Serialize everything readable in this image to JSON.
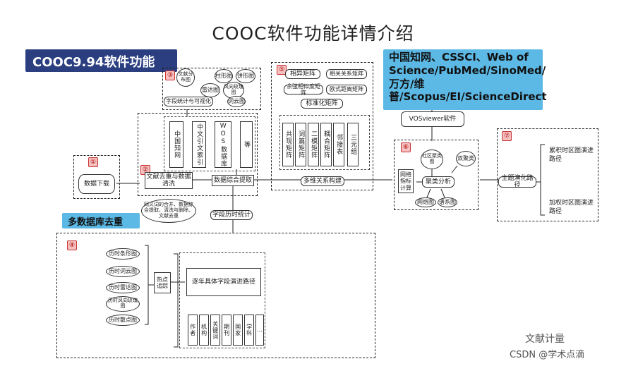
{
  "title": "COOC软件功能详情介绍",
  "banner_main": "COOC9.94软件功能",
  "banner_dedup": "多数据库去重",
  "sources": "中国知网、CSSCI、Web of Science/PubMed/SinoMed/万方/维普/Scopus/EI/ScienceDirect",
  "vosviewer": "VOSviewer软件",
  "nums": [
    "①",
    "②",
    "③",
    "④",
    "⑤",
    "⑥",
    "⑦"
  ],
  "download": "数据下载",
  "clean": "文献去重与数据清洗",
  "synonym_note": "同义词的合并、数据综合提取、清洗与删除、文献去重",
  "db_sources": [
    "中国知网",
    "中文引文索引",
    "WOS数据库",
    "等"
  ],
  "extract": "数据综合提取",
  "field_stat": "字段历时统计",
  "viz_ovals": [
    "文献分布图",
    "柱形图",
    "饼形图",
    "雷达图",
    "风向玫瑰图",
    "词云图"
  ],
  "viz_label": "字段统计与可视化",
  "matrices": [
    "相异矩阵",
    "相关关系矩阵",
    "余弦相似度矩阵",
    "欧式距离矩阵"
  ],
  "std_matrix": "标准化矩阵",
  "net_types": [
    "共现矩阵",
    "词篇矩阵",
    "二模矩阵",
    "耦合矩阵",
    "邻接表",
    "三元组"
  ],
  "multi_build": "多维关系构建",
  "net_index": "网络指标计算",
  "cluster": "聚类分析",
  "cluster_ovals": [
    "社区聚类图",
    "双聚类",
    "网络图",
    "谱系图"
  ],
  "theme_path": "主题演化路径",
  "theme_items": [
    "累积时区图演进路径",
    "加权时区图演进路径"
  ],
  "hist_ovals": [
    "历时条形图",
    "历时词云图",
    "历时雷达图",
    "历时风向玫瑰图",
    "历时散点图"
  ],
  "hotspot": "热点追踪",
  "yearly": "逐年具体字段演进路径",
  "fields": [
    "作者",
    "机构",
    "关键词",
    "期刊",
    "国家",
    "学科",
    "..."
  ],
  "watermark": "文献计量",
  "csdn": "CSDN @学术点滴"
}
